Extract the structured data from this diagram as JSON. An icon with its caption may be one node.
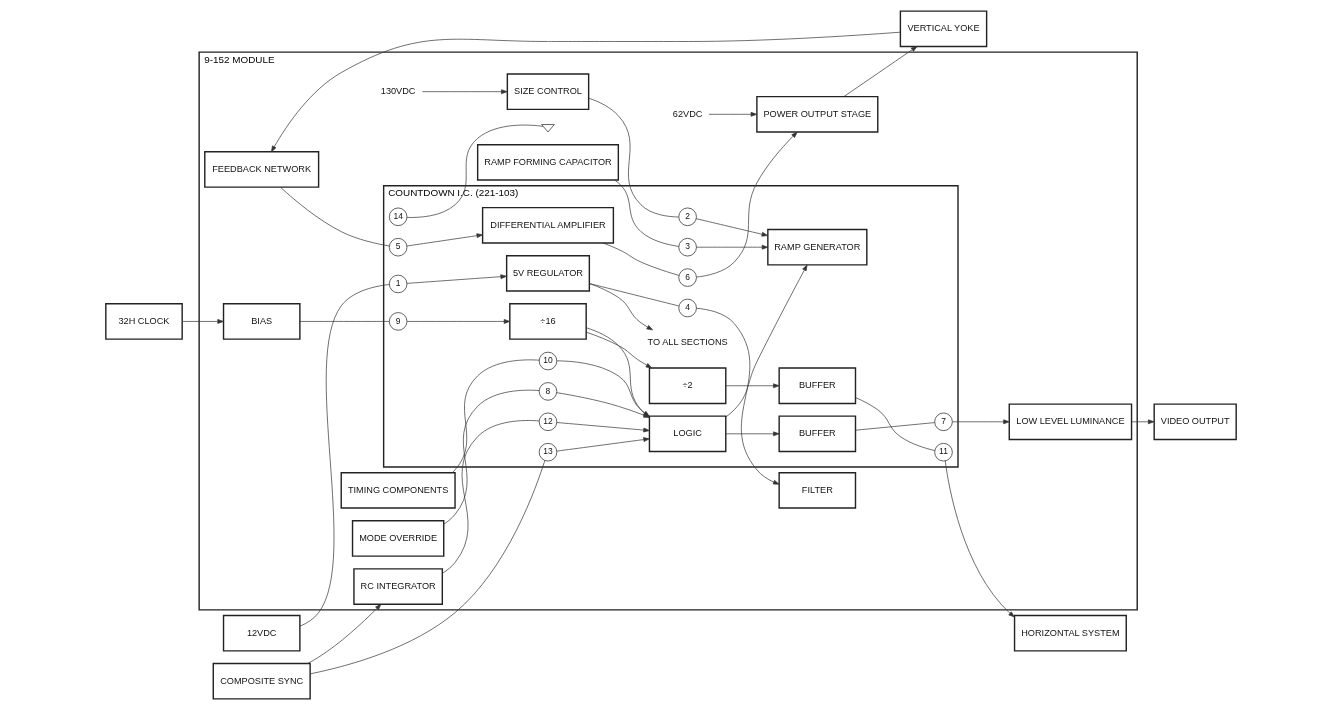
{
  "diagram": {
    "nodes": [
      {
        "text": [
          "9-152 MODULE"
        ]
      },
      {
        "text": [
          "COUNTDOWN I.C. (221-103)"
        ],
        "in": 0
      },
      {
        "text": [
          "12VDC"
        ]
      },
      {
        "text": [
          "32H CLOCK"
        ]
      },
      {
        "text": [
          "COMPOSITE SYNC"
        ]
      },
      {
        "text": [
          "BIAS"
        ],
        "in": 0
      },
      {
        "text": [
          "RC INTEGRATOR"
        ],
        "in": 0
      },
      {
        "text": [
          "TIMING COMPONENTS"
        ],
        "in": 0
      },
      {
        "text": [
          "1"
        ],
        "in": 1
      },
      {
        "text": [
          "9"
        ],
        "in": 1
      },
      {
        "text": [
          "12"
        ],
        "in": 1
      },
      {
        "text": [
          "13"
        ],
        "in": 1
      },
      {
        "text": [
          "10"
        ],
        "in": 1
      },
      {
        "text": [
          "5V REGULATOR"
        ],
        "in": 1
      },
      {
        "text": [
          "÷16"
        ],
        "in": 1
      },
      {
        "text": [
          "÷2"
        ],
        "in": 1
      },
      {
        "text": [
          "BUFFER"
        ],
        "in": 1
      },
      {
        "text": [
          "LOGIC"
        ],
        "in": 1
      },
      {
        "text": [
          "BUFFER"
        ],
        "in": 1
      },
      {
        "text": [
          "RAMP GENERATOR"
        ],
        "in": 1
      },
      {
        "text": [
          "DIFFERENTIAL AMPLIFIER"
        ],
        "in": 1
      },
      {
        "text": [
          "14"
        ],
        "in": 1
      },
      {
        "text": [
          "4"
        ],
        "in": 1
      },
      {
        "text": [
          "11"
        ],
        "in": 1
      },
      {
        "text": [
          "7"
        ],
        "in": 1
      },
      {
        "text": [
          "6"
        ],
        "in": 1
      },
      {
        "text": [
          "8"
        ],
        "in": 1
      },
      {
        "text": [
          "2"
        ],
        "in": 1
      },
      {
        "text": [
          "3"
        ],
        "in": 1
      },
      {
        "text": [
          "5"
        ],
        "in": 1
      },
      {
        "text": [
          "FILTER"
        ],
        "in": 0
      },
      {
        "text": [
          "LOW LEVEL LUMINANCE"
        ],
        "in": 0
      },
      {
        "text": [
          "POWER OUTPUT STAGE"
        ],
        "in": 0
      },
      {
        "text": [
          "MODE OVERRIDE"
        ],
        "in": 0
      },
      {
        "text": [
          "SIZE CONTROL"
        ],
        "in": 0
      },
      {
        "text": [
          "RAMP FORMING CAPACITOR"
        ],
        "in": 0
      },
      {
        "text": [
          "FEEDBACK NETWORK"
        ],
        "in": 0
      },
      {
        "text": [
          "62VDC"
        ],
        "in": 0
      },
      {
        "text": [
          "130VDC"
        ],
        "in": 0
      },
      {
        "text": [
          "TO ALL SECTIONS"
        ],
        "in": 1
      },
      {
        "text": [
          "HORIZONTAL SYSTEM"
        ]
      },
      {
        "text": [
          "VIDEO OUTPUT"
        ]
      },
      {
        "text": [
          "VERTICAL YOKE"
        ]
      },
      {
        "text": [],
        "shape": "ground",
        "in": 0
      }
    ],
    "edges": [
      {
        "from": 2,
        "to": 8,
        "arrow": "none"
      },
      {
        "from": 8,
        "to": 13,
        "arrow": "to"
      },
      {
        "from": 3,
        "to": 5,
        "arrow": "to"
      },
      {
        "from": 5,
        "to": 9,
        "arrow": "none"
      },
      {
        "from": 9,
        "to": 14,
        "arrow": "to"
      },
      {
        "from": 14,
        "to": 15,
        "arrow": "to"
      },
      {
        "from": 14,
        "to": 17,
        "arrow": "to"
      },
      {
        "from": 15,
        "to": 16,
        "arrow": "to"
      },
      {
        "from": 16,
        "to": 23,
        "arrow": "none"
      },
      {
        "from": 23,
        "to": 40,
        "arrow": "to"
      },
      {
        "from": 6,
        "to": 10,
        "arrow": "none"
      },
      {
        "from": 10,
        "to": 17,
        "arrow": "to"
      },
      {
        "from": 4,
        "to": 11,
        "arrow": "none"
      },
      {
        "from": 11,
        "to": 17,
        "arrow": "to"
      },
      {
        "from": 4,
        "to": 6,
        "arrow": "to"
      },
      {
        "from": 7,
        "to": 12,
        "arrow": "none"
      },
      {
        "from": 12,
        "to": 17,
        "arrow": "to"
      },
      {
        "from": 17,
        "to": 18,
        "arrow": "to"
      },
      {
        "from": 18,
        "to": 24,
        "arrow": "none"
      },
      {
        "from": 24,
        "to": 31,
        "arrow": "to"
      },
      {
        "from": 31,
        "to": 41,
        "arrow": "to"
      },
      {
        "from": 17,
        "to": 19,
        "arrow": "to"
      },
      {
        "from": 20,
        "to": 25,
        "arrow": "none"
      },
      {
        "from": 25,
        "to": 32,
        "arrow": "to"
      },
      {
        "from": 32,
        "to": 42,
        "arrow": "to"
      },
      {
        "from": 13,
        "to": 22,
        "arrow": "none"
      },
      {
        "from": 22,
        "to": 30,
        "arrow": "to"
      },
      {
        "from": 13,
        "to": 39,
        "arrow": "to"
      },
      {
        "from": 21,
        "to": 43,
        "arrow": "none"
      },
      {
        "from": 33,
        "to": 26,
        "arrow": "none"
      },
      {
        "from": 26,
        "to": 17,
        "arrow": "to"
      },
      {
        "from": 34,
        "to": 27,
        "arrow": "none"
      },
      {
        "from": 27,
        "to": 19,
        "arrow": "to"
      },
      {
        "from": 35,
        "to": 28,
        "arrow": "none"
      },
      {
        "from": 28,
        "to": 19,
        "arrow": "to"
      },
      {
        "from": 36,
        "to": 29,
        "arrow": "none"
      },
      {
        "from": 29,
        "to": 20,
        "arrow": "to"
      },
      {
        "from": 42,
        "to": 36,
        "arrow": "to"
      },
      {
        "from": 38,
        "to": 34,
        "arrow": "to"
      },
      {
        "from": 37,
        "to": 32,
        "arrow": "to"
      }
    ]
  }
}
